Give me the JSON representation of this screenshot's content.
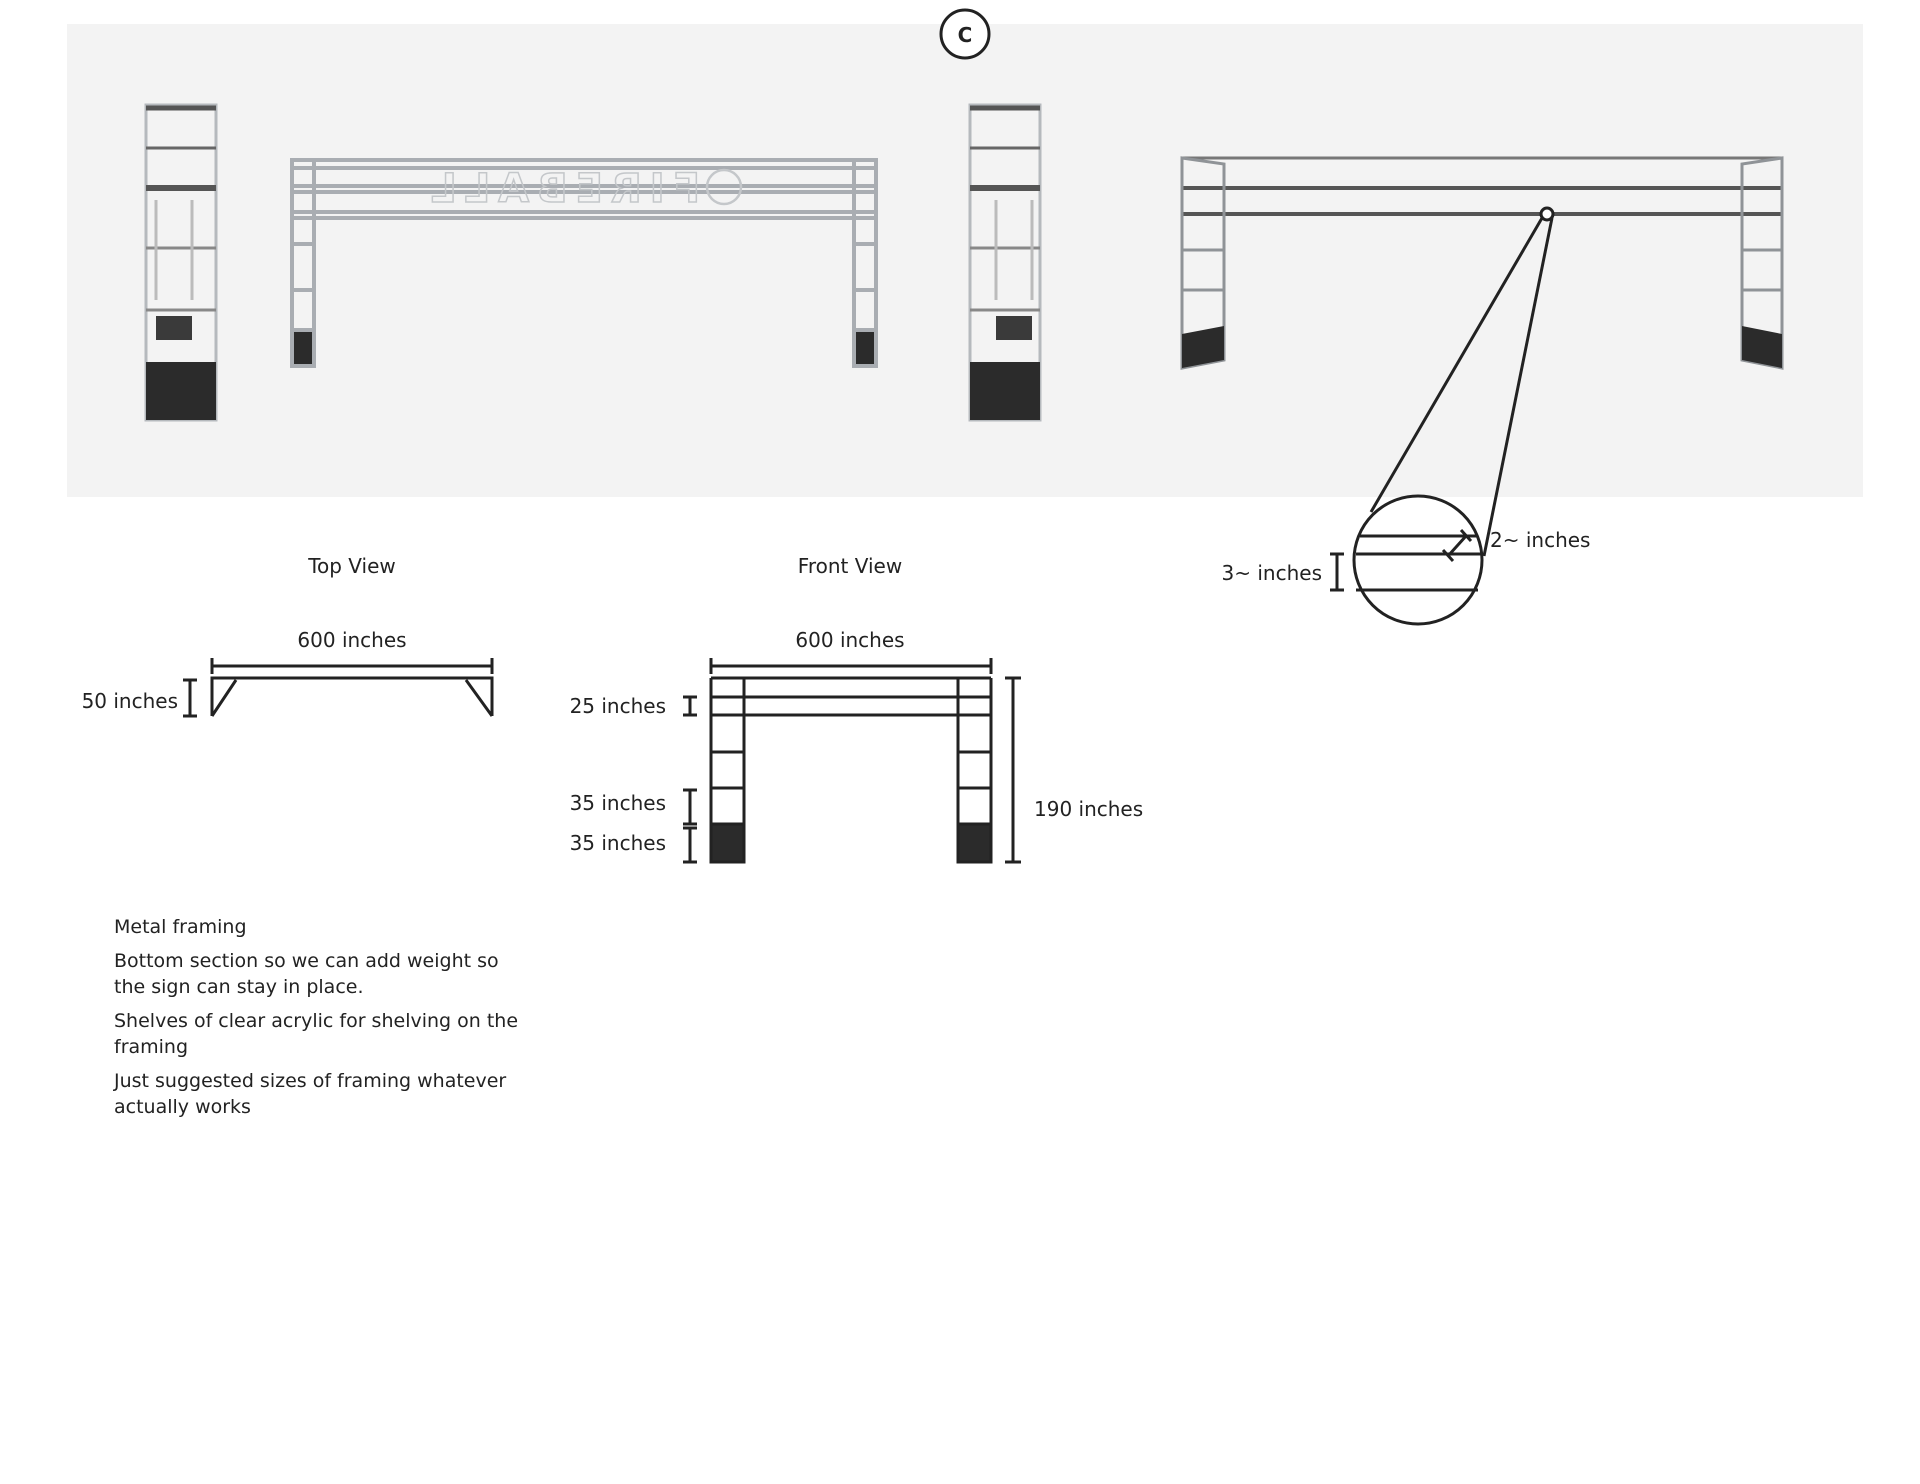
{
  "section_marker": "C",
  "render": {
    "sign_text": "FIREBALL"
  },
  "top_view": {
    "title": "Top View",
    "width_label": "600 inches",
    "depth_label": "50 inches"
  },
  "front_view": {
    "title": "Front View",
    "width_label": "600 inches",
    "top_gap_label": "25 inches",
    "mid_gap_label": "35 inches",
    "base_label": "35 inches",
    "height_label": "190 inches"
  },
  "detail": {
    "bar_label": "2~ inches",
    "gap_label": "3~ inches"
  },
  "notes": [
    "Metal framing",
    "Bottom section so we can add weight so the sign can stay in place.",
    "Shelves of clear acrylic for shelving on the framing",
    "Just suggested sizes of framing whatever actually works"
  ],
  "colors": {
    "panel": "#f3f3f3",
    "line": "#222222",
    "frame": "#a9adb2",
    "base": "#2b2b2b"
  }
}
